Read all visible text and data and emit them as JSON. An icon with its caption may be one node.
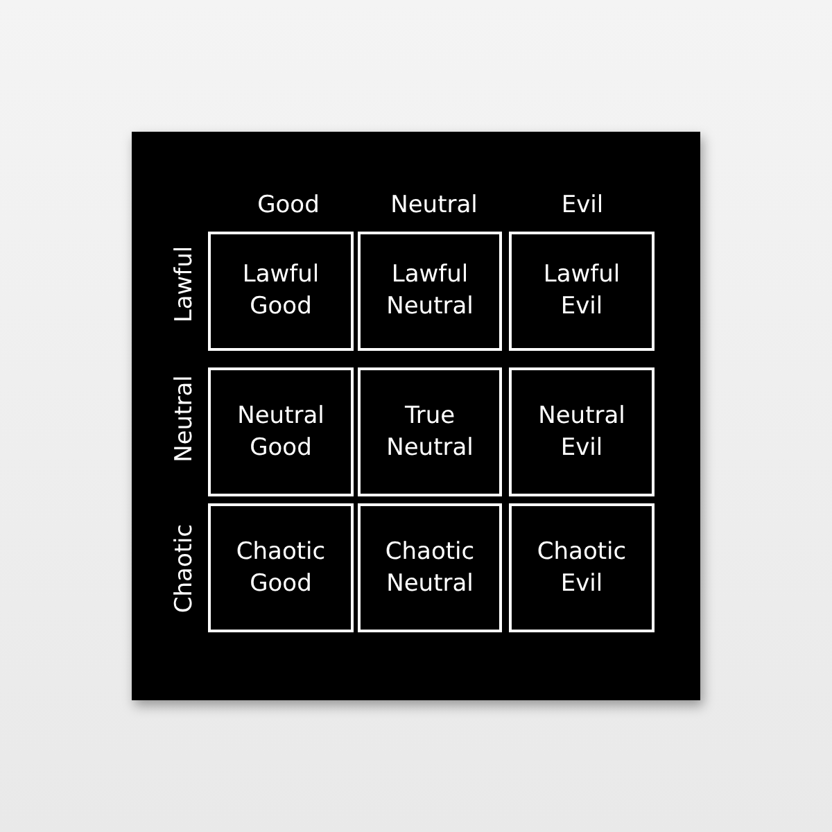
{
  "diagram": {
    "nodes": [
      {
        "text": [
          "Lawful Good"
        ]
      },
      {
        "text": [
          "Lawful Neutral"
        ]
      },
      {
        "text": [
          "Lawful Evil"
        ]
      },
      {
        "text": [
          "Neutral Good"
        ]
      },
      {
        "text": [
          "True Neutral"
        ]
      },
      {
        "text": [
          "Neutral Evil"
        ]
      },
      {
        "text": [
          "Chaotic Good"
        ]
      },
      {
        "text": [
          "Chaotic Neutral"
        ]
      },
      {
        "text": [
          "Chaotic Evil"
        ]
      }
    ],
    "labels": [
      "Good",
      "Neutral",
      "Evil",
      "Lawful",
      "Neutral",
      "Chaotic"
    ]
  }
}
